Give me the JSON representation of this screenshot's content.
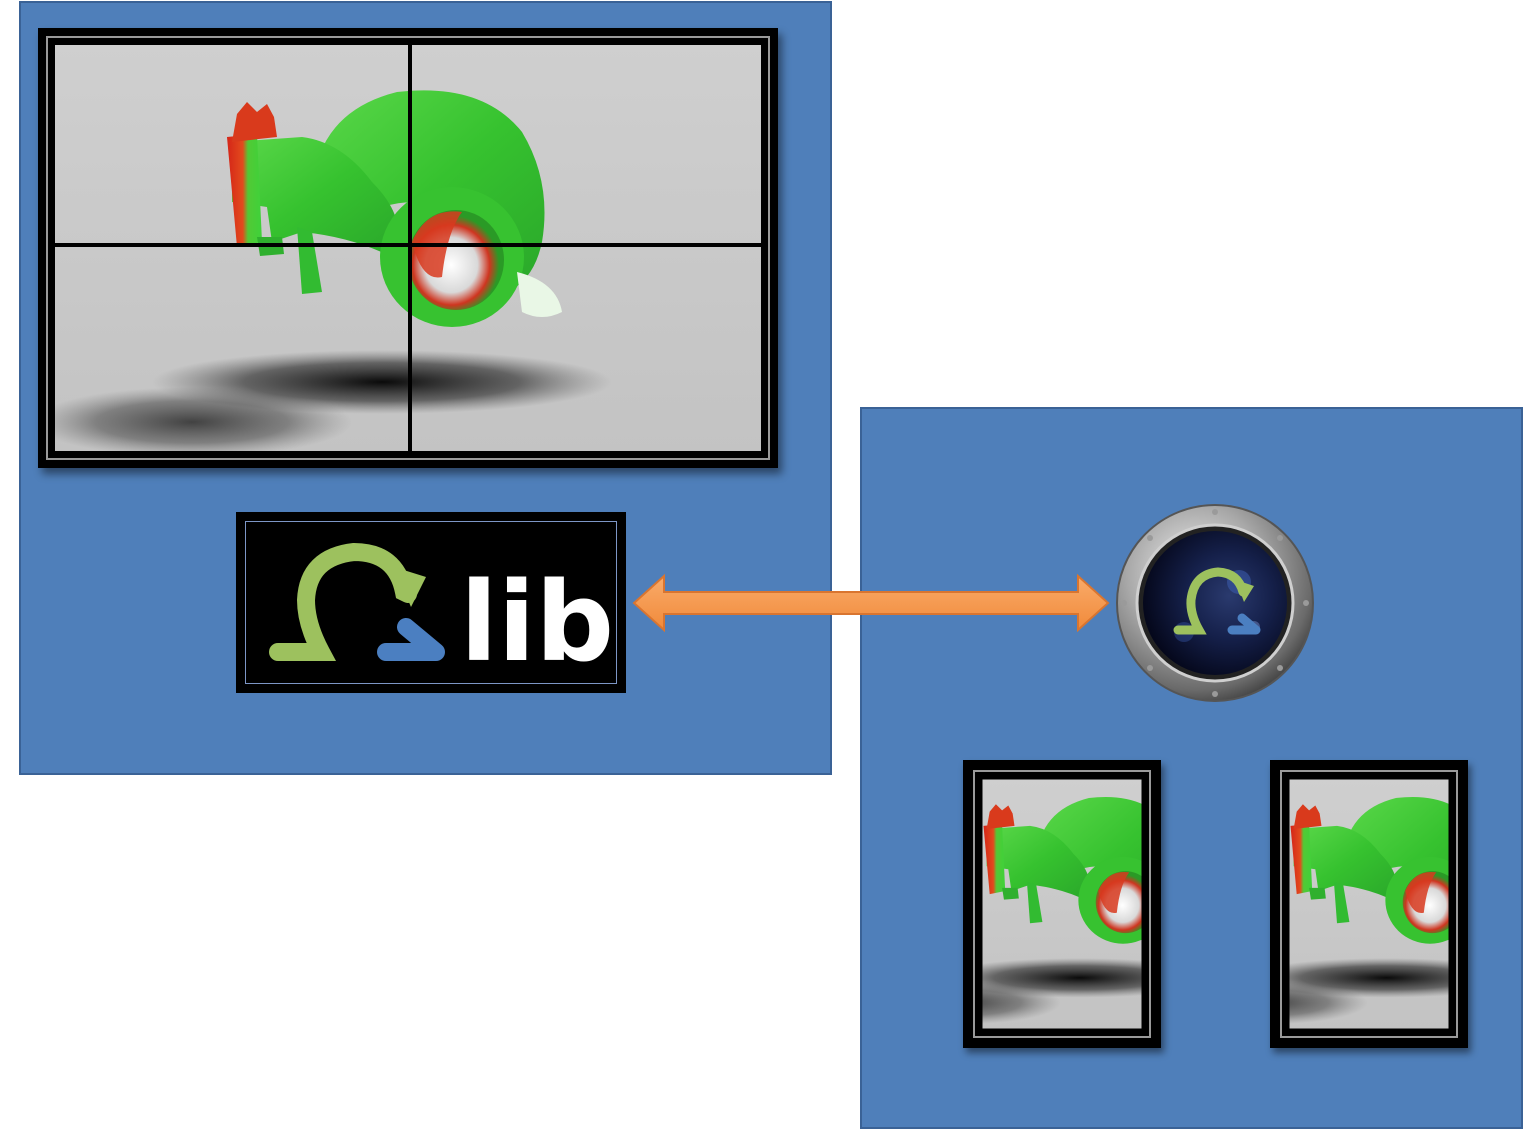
{
  "logo": {
    "symbol": "Ω",
    "text": "lib",
    "icon": "omega-lib-logo",
    "colors": {
      "green": "#9dc15e",
      "blue": "#4b7fc1",
      "white": "#ffffff",
      "background": "#000000"
    }
  },
  "porthole": {
    "symbol": "Ω",
    "icon": "omega-porthole-icon"
  },
  "displays": {
    "main": {
      "icon": "display-wall-2x2-icon",
      "tiles": 4
    },
    "secondary": [
      {
        "icon": "single-display-icon"
      },
      {
        "icon": "single-display-icon"
      }
    ]
  },
  "connector": {
    "icon": "double-headed-arrow-icon",
    "color": "#f79646"
  },
  "colors": {
    "panel": "#4f7fba",
    "panel_border": "#3a6296",
    "model_green": "#3fd03a",
    "model_red": "#e02a1a",
    "screen_gray": "#cbcbcb"
  }
}
